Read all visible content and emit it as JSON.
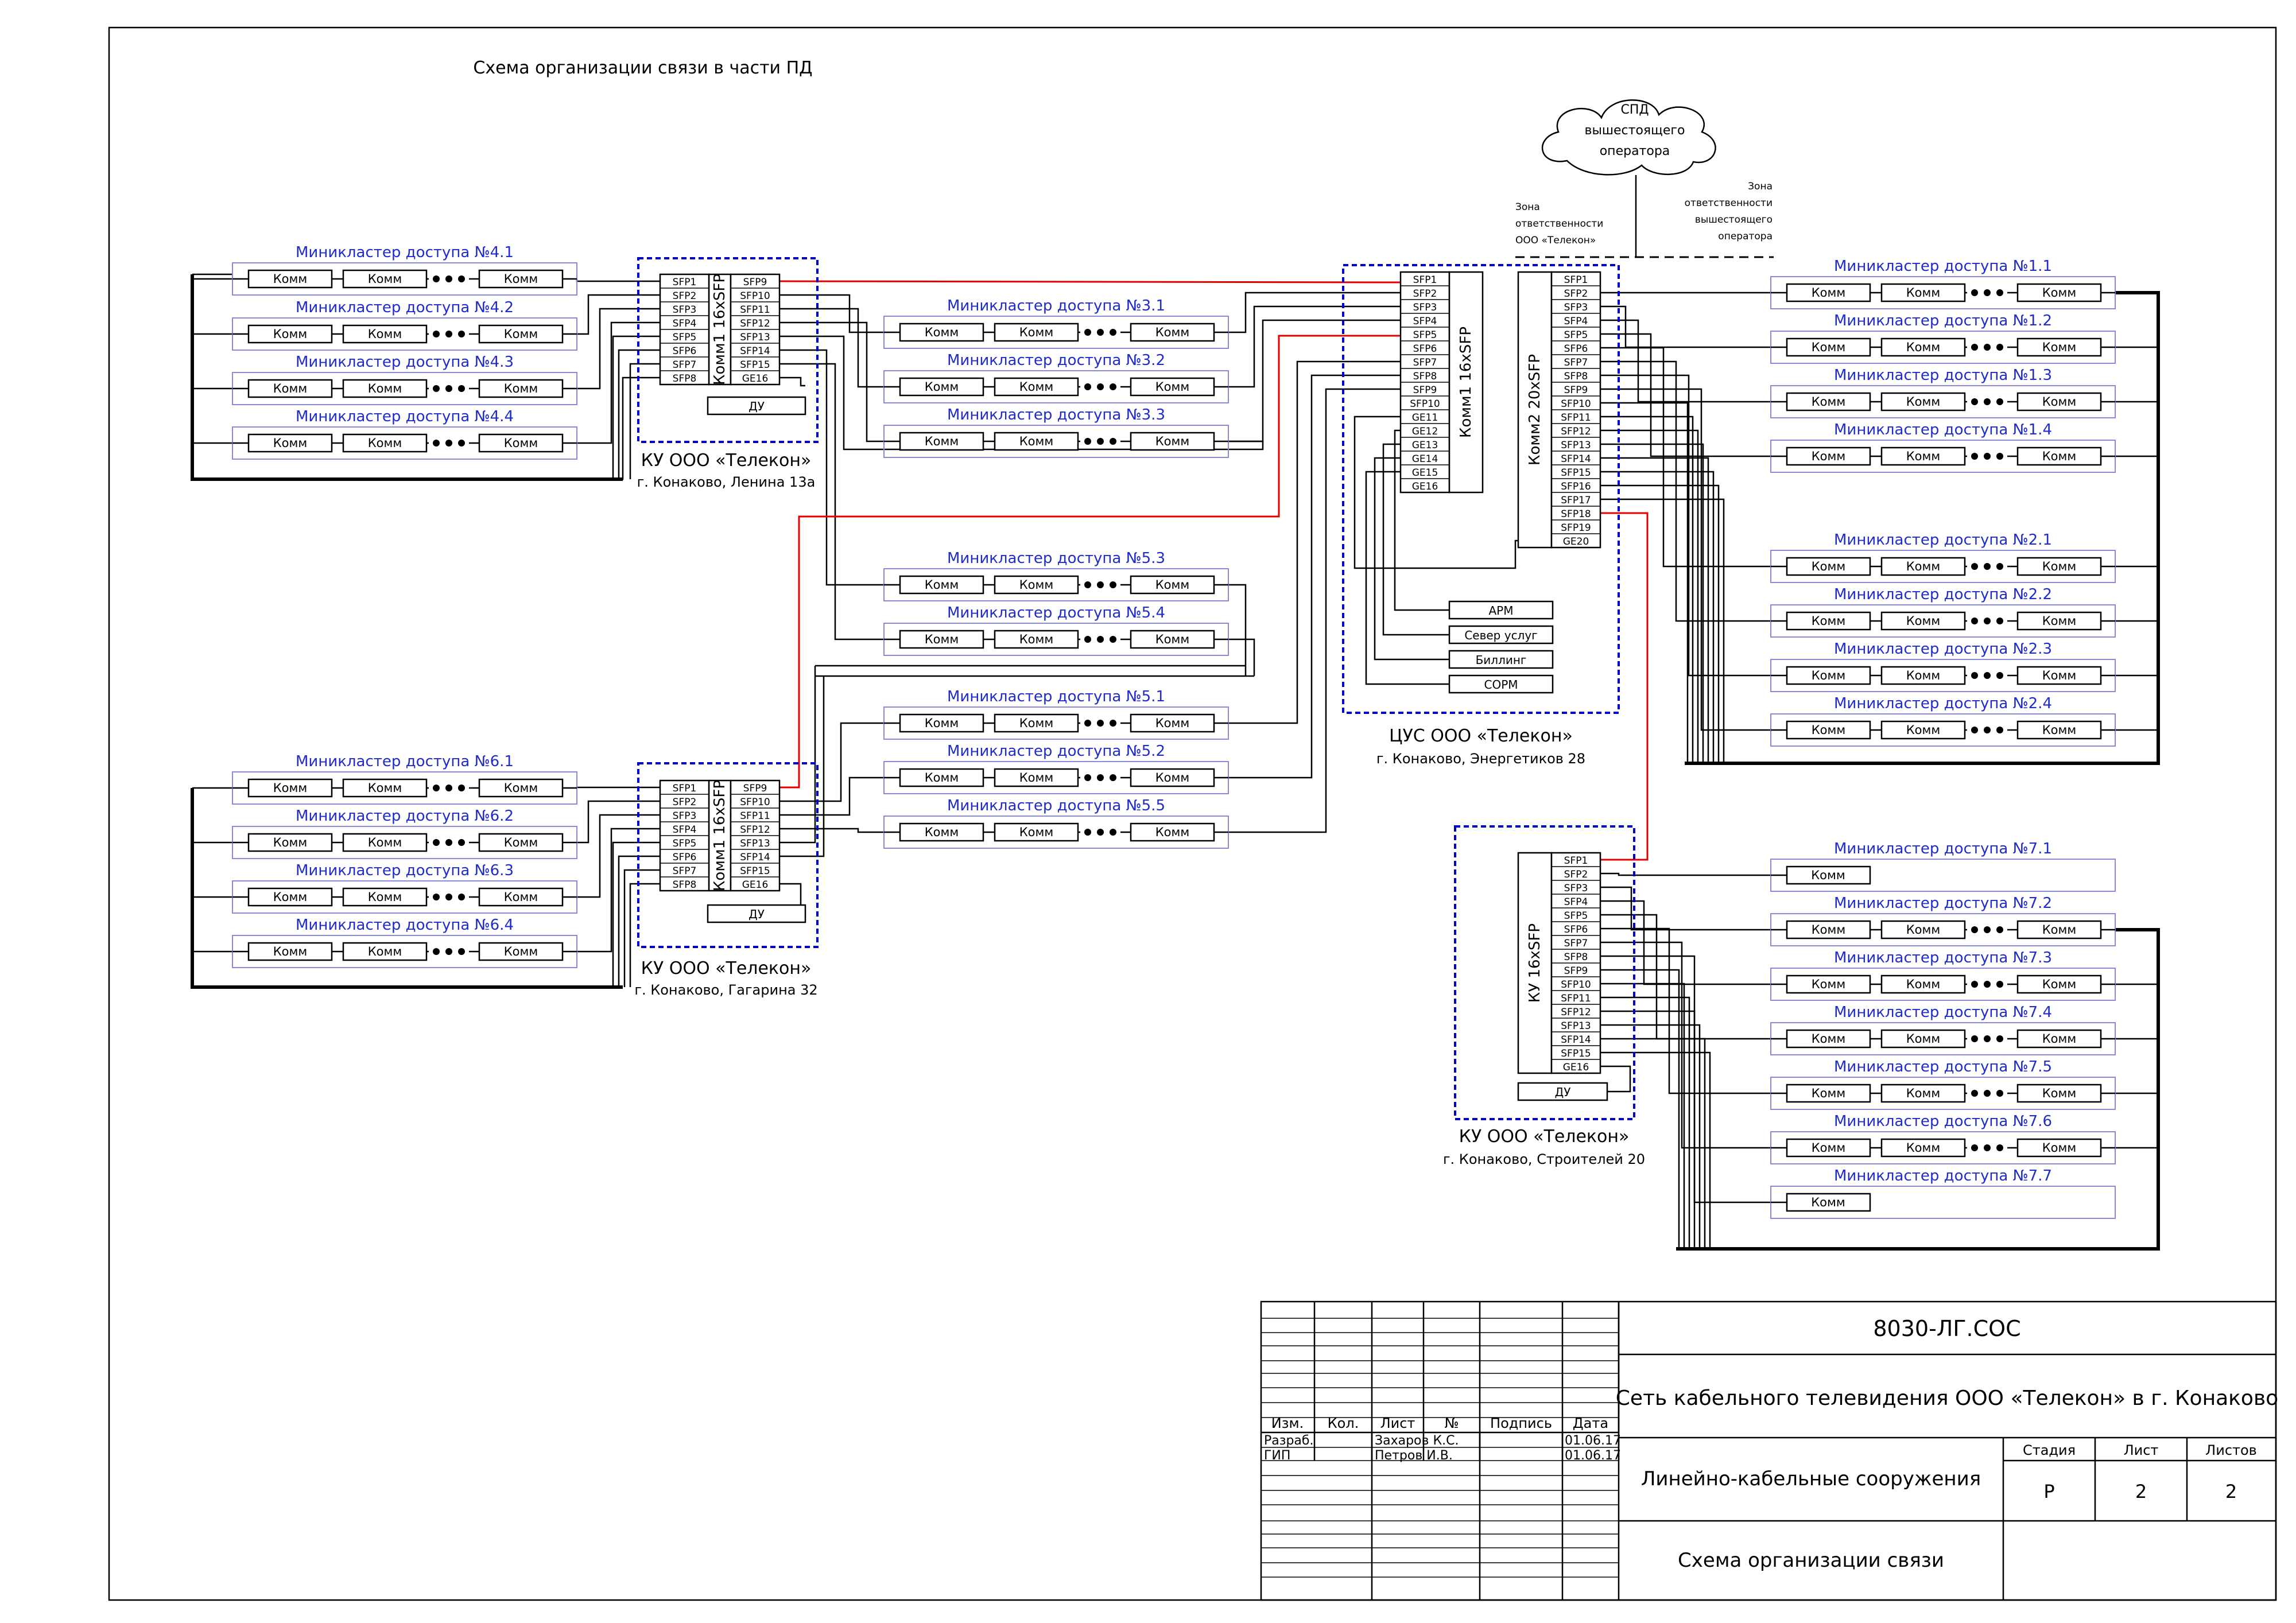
{
  "title": "Схема организации связи в части ПД",
  "cloud": [
    "СПД",
    "вышестоящего",
    "оператора"
  ],
  "zone_left": [
    "Зона",
    "ответственности",
    "ООО «Телекон»"
  ],
  "zone_right": [
    "Зона",
    "ответственности",
    "вышестоящего",
    "оператора"
  ],
  "comm": "Комм",
  "du": "ДУ",
  "ku_name": "КУ ООО «Телекон»",
  "ku1_addr": "г. Конаково, Ленина 13а",
  "ku2_addr": "г. Конаково, Гагарина 32",
  "ku3_addr": "г. Конаково, Строителей 20",
  "cus_name": "ЦУС ООО «Телекон»",
  "cus_addr": "г. Конаково, Энергетиков 28",
  "sw_16": "Комм1 16xSFP",
  "sw_20": "Комм2 20xSFP",
  "sw_ku3": "КУ 16xSFP",
  "services": [
    "АРМ",
    "Север услуг",
    "Биллинг",
    "СОРМ"
  ],
  "ports_8": [
    "SFP1",
    "SFP2",
    "SFP3",
    "SFP4",
    "SFP5",
    "SFP6",
    "SFP7",
    "SFP8"
  ],
  "ports_8b": [
    "SFP9",
    "SFP10",
    "SFP11",
    "SFP12",
    "SFP13",
    "SFP14",
    "SFP15",
    "GE16"
  ],
  "ports_cus1": [
    "SFP1",
    "SFP2",
    "SFP3",
    "SFP4",
    "SFP5",
    "SFP6",
    "SFP7",
    "SFP8",
    "SFP9",
    "SFP10",
    "GE11",
    "GE12",
    "GE13",
    "GE14",
    "GE15",
    "GE16"
  ],
  "ports_cus2": [
    "SFP1",
    "SFP2",
    "SFP3",
    "SFP4",
    "SFP5",
    "SFP6",
    "SFP7",
    "SFP8",
    "SFP9",
    "SFP10",
    "SFP11",
    "SFP12",
    "SFP13",
    "SFP14",
    "SFP15",
    "SFP16",
    "SFP17",
    "SFP18",
    "SFP19",
    "GE20"
  ],
  "ports_ku3": [
    "SFP1",
    "SFP2",
    "SFP3",
    "SFP4",
    "SFP5",
    "SFP6",
    "SFP7",
    "SFP8",
    "SFP9",
    "SFP10",
    "SFP11",
    "SFP12",
    "SFP13",
    "SFP14",
    "SFP15",
    "GE16"
  ],
  "clusters": {
    "c41": "Миникластер доступа №4.1",
    "c42": "Миникластер доступа №4.2",
    "c43": "Миникластер доступа №4.3",
    "c44": "Миникластер доступа №4.4",
    "c31": "Миникластер доступа №3.1",
    "c32": "Миникластер доступа №3.2",
    "c33": "Миникластер доступа №3.3",
    "c53": "Миникластер доступа №5.3",
    "c54": "Миникластер доступа №5.4",
    "c51": "Миникластер доступа №5.1",
    "c52": "Миникластер доступа №5.2",
    "c55": "Миникластер доступа №5.5",
    "c61": "Миникластер доступа №6.1",
    "c62": "Миникластер доступа №6.2",
    "c63": "Миникластер доступа №6.3",
    "c64": "Миникластер доступа №6.4",
    "c11": "Миникластер доступа №1.1",
    "c12": "Миникластер доступа №1.2",
    "c13": "Миникластер доступа №1.3",
    "c14": "Миникластер доступа №1.4",
    "c21": "Миникластер доступа №2.1",
    "c22": "Миникластер доступа №2.2",
    "c23": "Миникластер доступа №2.3",
    "c24": "Миникластер доступа №2.4",
    "c71": "Миникластер доступа №7.1",
    "c72": "Миникластер доступа №7.2",
    "c73": "Миникластер доступа №7.3",
    "c74": "Миникластер доступа №7.4",
    "c75": "Миникластер доступа №7.5",
    "c76": "Миникластер доступа №7.6",
    "c77": "Миникластер доступа №7.7"
  },
  "stamp": {
    "code": "8030-ЛГ.СОС",
    "project": "Сеть кабельного телевидения ООО «Телекон» в г. Конаково",
    "section": "Линейно-кабельные сооружения",
    "sheet_title": "Схема организации связи",
    "headers": [
      "Изм.",
      "Кол.",
      "Лист",
      "№",
      "Подпись",
      "Дата"
    ],
    "stage_label": "Стадия",
    "sheet_label": "Лист",
    "sheets_label": "Листов",
    "stage": "Р",
    "sheet": "2",
    "sheets": "2",
    "rows": [
      {
        "role": "Разраб.",
        "name": "Захаров К.С.",
        "date": "01.06.17"
      },
      {
        "role": "ГИП",
        "name": "Петров И.В.",
        "date": "01.06.17"
      }
    ]
  },
  "colors": {
    "ink": "#000000",
    "cluster": "#1f2bcf",
    "cluster_border": "#8a8ad8",
    "trunk": "#e00000",
    "dashed": "#0000c8"
  }
}
